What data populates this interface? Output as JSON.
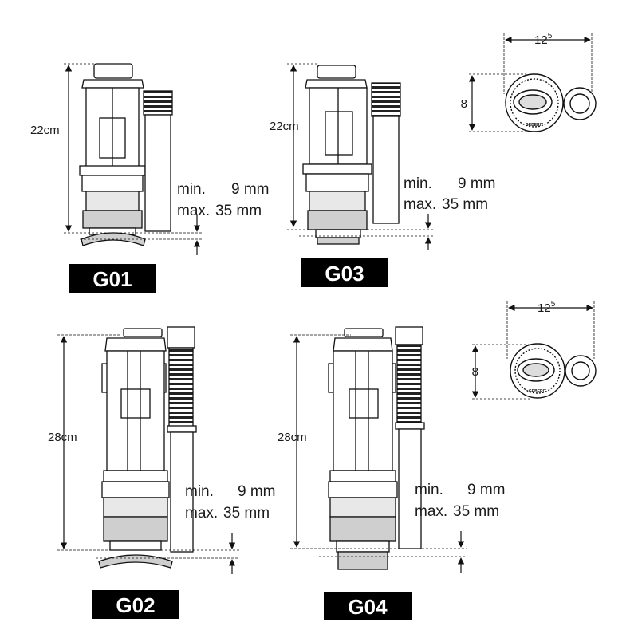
{
  "models": [
    {
      "label": "G01",
      "height": "22cm",
      "min_label": "min.",
      "min_value": "9 mm",
      "max_label": "max.",
      "max_value": "35 mm"
    },
    {
      "label": "G03",
      "height": "22cm",
      "min_label": "min.",
      "min_value": "9 mm",
      "max_label": "max.",
      "max_value": "35 mm"
    },
    {
      "label": "G02",
      "height": "28cm",
      "min_label": "min.",
      "min_value": "9 mm",
      "max_label": "max.",
      "max_value": "35 mm"
    },
    {
      "label": "G04",
      "height": "28cm",
      "min_label": "min.",
      "min_value": "9 mm",
      "max_label": "max.",
      "max_value": "35 mm"
    }
  ],
  "top_views": [
    {
      "width_base": "12",
      "width_sup": "5",
      "depth": "8",
      "brand": "GEBERIT"
    },
    {
      "width_base": "12",
      "width_sup": "5",
      "depth": "8",
      "brand": "GEBERIT"
    }
  ]
}
